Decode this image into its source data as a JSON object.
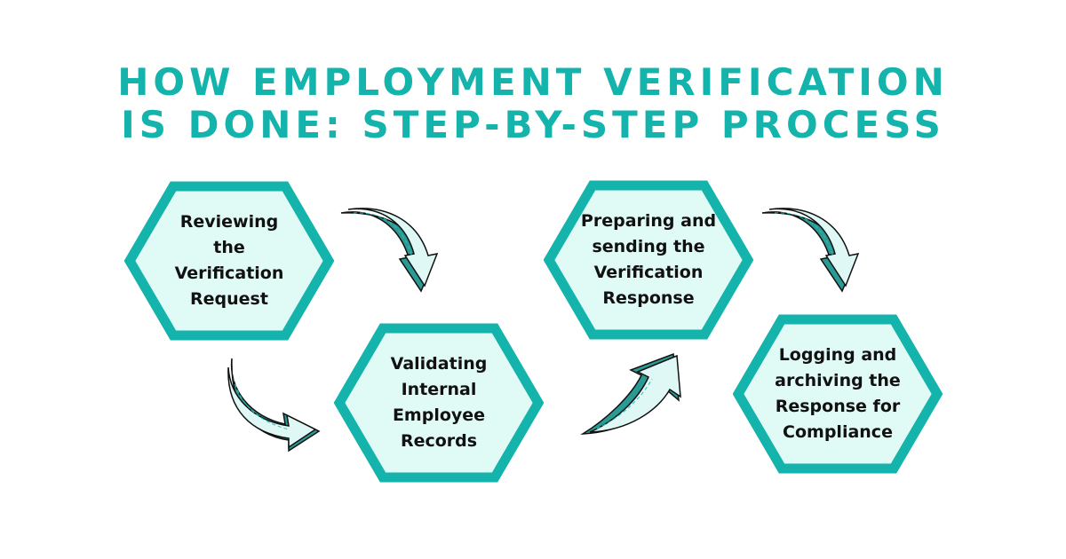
{
  "title": {
    "line1": "HOW EMPLOYMENT VERIFICATION",
    "line2": "IS DONE: STEP-BY-STEP PROCESS"
  },
  "colors": {
    "accent": "#14b3ab",
    "hex_fill": "#e0faf6",
    "text": "#111111",
    "background": "#ffffff"
  },
  "steps": [
    {
      "label": "Reviewing\nthe\nVerification\nRequest"
    },
    {
      "label": "Validating\nInternal\nEmployee\nRecords"
    },
    {
      "label": "Preparing and\nsending the\nVerification\nResponse"
    },
    {
      "label": "Logging and\narchiving the\nResponse for\nCompliance"
    }
  ],
  "arrows": [
    {
      "icon": "curved-arrow-down-right-icon"
    },
    {
      "icon": "curved-arrow-down-right-icon"
    },
    {
      "icon": "curved-arrow-up-right-icon"
    },
    {
      "icon": "curved-arrow-down-right-icon"
    }
  ]
}
